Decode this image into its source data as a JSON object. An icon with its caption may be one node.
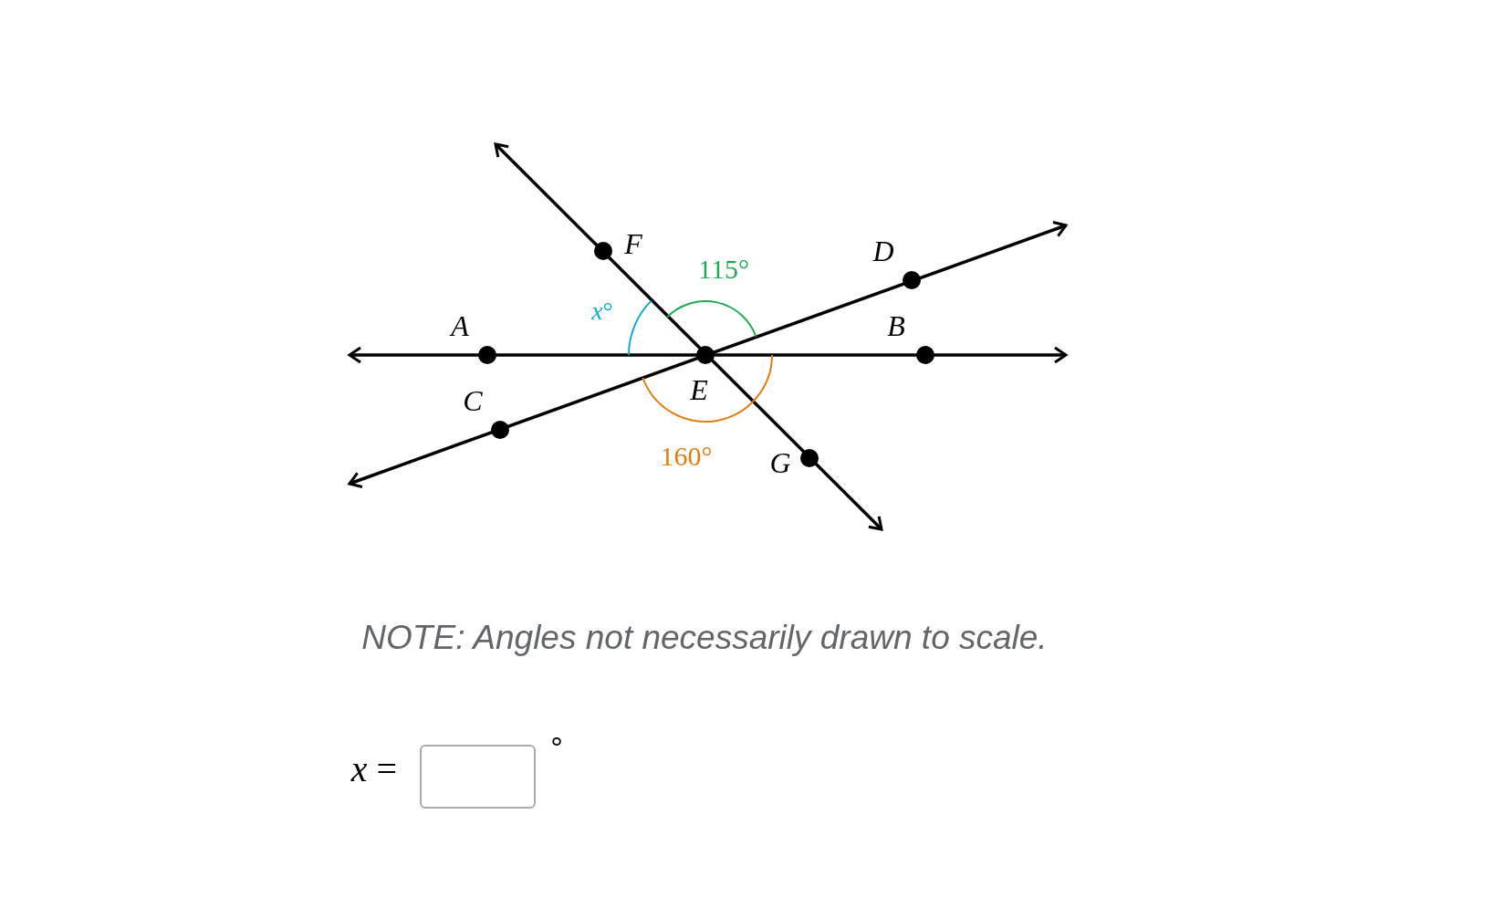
{
  "diagram": {
    "labels": [
      "F",
      "D",
      "115°",
      "*x*°",
      "A",
      "B",
      "E",
      "C",
      "160°",
      "G",
      "NOTE: Angles not necessarily drawn to scale.",
      "*x* =",
      "°"
    ]
  }
}
